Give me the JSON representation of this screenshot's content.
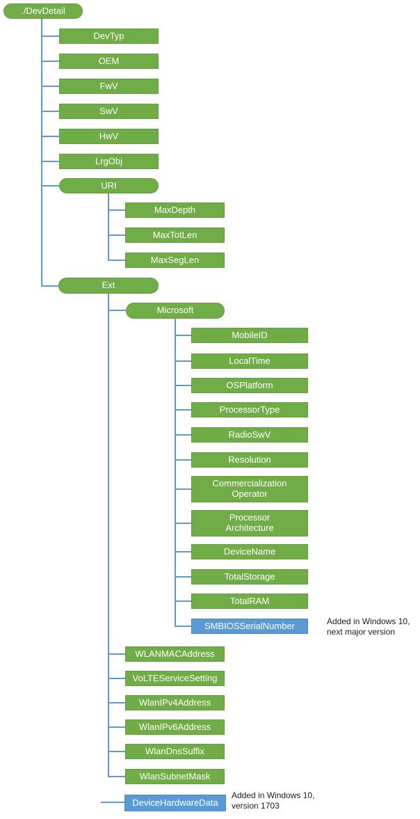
{
  "tree": {
    "root": "./DevDetail",
    "children": [
      "DevTyp",
      "OEM",
      "FwV",
      "SwV",
      "HwV",
      "LrgObj",
      "URI",
      "Ext"
    ],
    "uri_children": [
      "MaxDepth",
      "MaxTotLen",
      "MaxSegLen"
    ],
    "microsoft": "Microsoft",
    "microsoft_children": [
      "MobileID",
      "LocalTime",
      "OSPlatform",
      "ProcessorType",
      "RadioSwV",
      "Resolution",
      "Commercialization Operator",
      "Processor Architecture",
      "DeviceName",
      "TotalStorage",
      "TotalRAM",
      "SMBIOSSerialNumber"
    ],
    "ext_children": [
      "WLANMACAddress",
      "VoLTEServiceSetting",
      "WlanIPv4Address",
      "WlanIPv6Address",
      "WlanDnsSuffix",
      "WlanSubnetMask"
    ],
    "device_hardware_data": "DeviceHardwareData"
  },
  "annotations": {
    "smbios": "Added in Windows 10, next major version",
    "device_hardware_data": "Added in Windows 10, version 1703"
  },
  "colors": {
    "node_green": "#70AD47",
    "node_blue": "#5B9BD5",
    "connector_blue": "#5B9BD5",
    "node_text": "#FFFFFF",
    "annotation_text": "#000000"
  }
}
